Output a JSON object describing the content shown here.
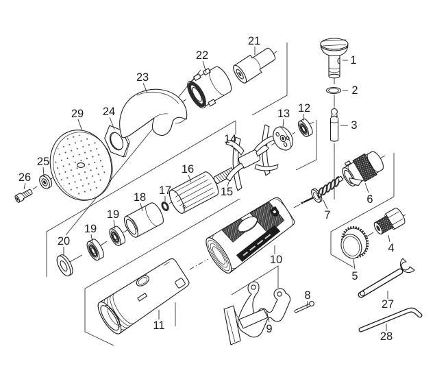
{
  "diagram": {
    "labels": {
      "p1": "1",
      "p2": "2",
      "p3": "3",
      "p4": "4",
      "p5": "5",
      "p6": "6",
      "p7": "7",
      "p8": "8",
      "p9": "9",
      "p10": "10",
      "p11": "11",
      "p12": "12",
      "p13": "13",
      "p14": "14",
      "p15": "15",
      "p16": "16",
      "p17": "17",
      "p18": "18",
      "p19": "19",
      "p20": "20",
      "p21": "21",
      "p22": "22",
      "p23": "23",
      "p24": "24",
      "p25": "25",
      "p26": "26",
      "p27": "27",
      "p28": "28",
      "p29": "29"
    }
  },
  "colors": {
    "line": "#1d1d1d",
    "background": "#ffffff",
    "dark_fill": "#2b2b2b"
  }
}
